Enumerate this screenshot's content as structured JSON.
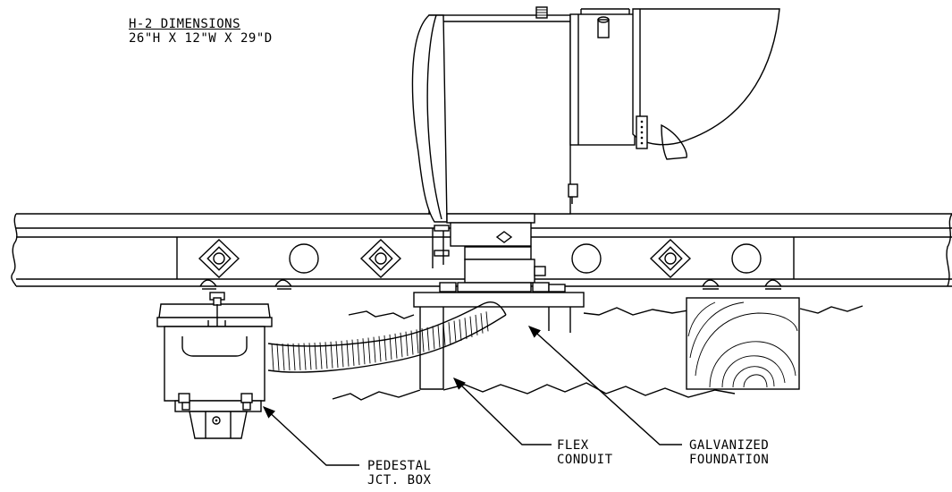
{
  "dimensions": {
    "title": "H-2 DIMENSIONS",
    "size": "26\"H X 12\"W X 29\"D"
  },
  "callouts": {
    "pedestal": {
      "line1": "PEDESTAL",
      "line2": "JCT. BOX"
    },
    "flex": {
      "line1": "FLEX",
      "line2": "CONDUIT"
    },
    "foundation": {
      "line1": "GALVANIZED",
      "line2": "FOUNDATION"
    }
  }
}
